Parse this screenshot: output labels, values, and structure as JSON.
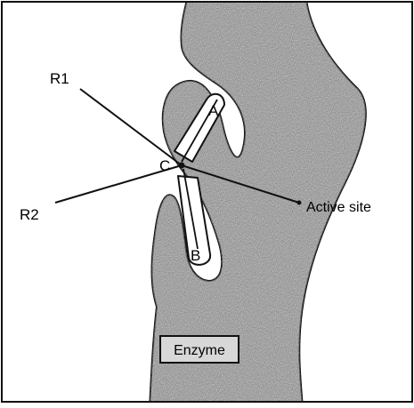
{
  "diagram": {
    "labels": {
      "r1": "R1",
      "r2": "R2",
      "a": "A",
      "b": "B",
      "c": "C",
      "active_site": "Active site",
      "enzyme": "Enzyme"
    },
    "colors": {
      "enzyme_fill": "#8c8c8c",
      "enzyme_outline": "#111111",
      "halo": "#ffffff",
      "background": "#ffffff",
      "frame": "#111111",
      "enzyme_label_box": "#d8d8d8"
    }
  }
}
